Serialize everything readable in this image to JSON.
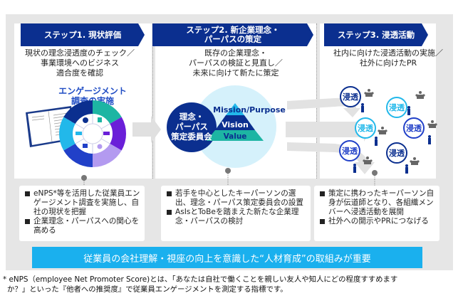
{
  "steps": [
    {
      "title": "ステップ1. 現状評価",
      "description": [
        "現状の理念浸透度のチェック／",
        "事業環境へのビジネス",
        "適合度を確認"
      ],
      "illustration_title": [
        "エンゲージメント",
        "調査の実施"
      ],
      "bullets": [
        "eNPS*等を活用した従業員エンゲージメント調査を実施し、自社の現状を把握",
        "企業理念・パーパスへの関心を高める"
      ]
    },
    {
      "title_lines": [
        "ステップ2. 新企業理念・",
        "パーパスの策定"
      ],
      "description": [
        "既存の企業理念・",
        "パーパスの検証と見直し／",
        "未来に向けて新たに策定"
      ],
      "committee_label": [
        "理念・",
        "パーパス",
        "策定委員会"
      ],
      "pyramid": [
        "Mission/Purpose",
        "Vision",
        "Value"
      ],
      "bullets": [
        "若手を中心としたキーパーソンの選出、理念・パーパス策定委員会の設置",
        "AsIsとToBeを踏まえた新たな企業理念・パーパスの検討"
      ]
    },
    {
      "title": "ステップ3. 浸透活動",
      "description": [
        "社内に向けた浸透活動の実施／",
        "社外に向けたPR"
      ],
      "badge_label": "浸透",
      "bullets": [
        "策定に携わったキーパーソン自身が伝道師となり、各組織メンバーへ浸透活動を展開",
        "社外への開示やPRにつなげる"
      ]
    }
  ],
  "conclusion": "従業員の会社理解・視座の向上を意識した“人材育成”の取組みが重要",
  "footnote": [
    "* eNPS（employee Net Promoter Score)とは、「あなたは自社で働くことを親しい友人や知人にどの程度すすめます",
    "か？」といった『他者への推奨度』で従業員エンゲージメントを測定する指標です。"
  ],
  "colors": {
    "navy": "#0b2f8f",
    "royal": "#1f4cc4",
    "cyan": "#1ab0ee",
    "light_cyan": "#d5f1fb",
    "teal": "#1db5a3",
    "purple": "#6a1fd8",
    "lavender": "#b39af0",
    "sky": "#22b8ea",
    "gray_bg": "#e6e6e6"
  }
}
